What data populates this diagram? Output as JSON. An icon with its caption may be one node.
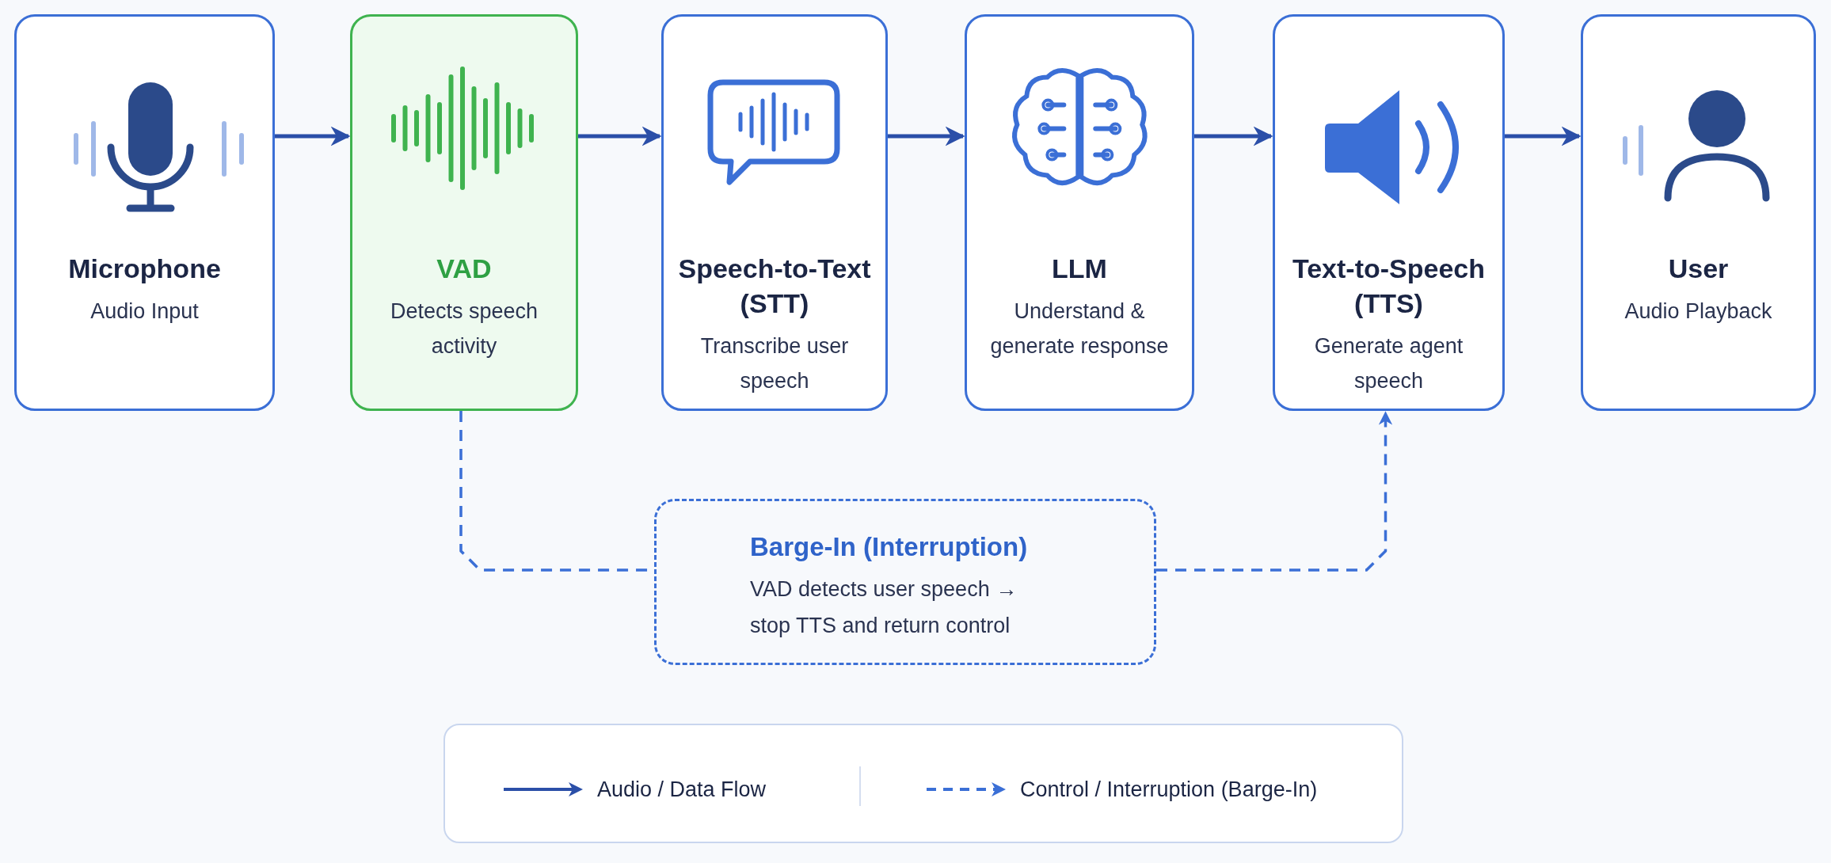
{
  "diagram": {
    "nodes": [
      {
        "text": [
          "Microphone",
          "Audio Input"
        ]
      },
      {
        "text": [
          "VAD",
          "Detects speech activity"
        ]
      },
      {
        "text": [
          "Speech-to-Text (STT)",
          "Transcribe user speech"
        ]
      },
      {
        "text": [
          "LLM",
          "Understand & generate response"
        ]
      },
      {
        "text": [
          "Text-to-Speech (TTS)",
          "Generate agent speech"
        ]
      },
      {
        "text": [
          "User",
          "Audio Playback"
        ]
      },
      {
        "text": [
          "Barge-In (Interruption)",
          "VAD detects user speech → stop TTS and return control"
        ]
      }
    ],
    "edges": [
      {
        "from": 0,
        "to": 1,
        "arrow": "to"
      },
      {
        "from": 1,
        "to": 2,
        "arrow": "to"
      },
      {
        "from": 2,
        "to": 3,
        "arrow": "to"
      },
      {
        "from": 3,
        "to": 4,
        "arrow": "to"
      },
      {
        "from": 4,
        "to": 5,
        "arrow": "to"
      },
      {
        "from": 1,
        "to": 6,
        "arrow": "none",
        "style": "dashed",
        "color": "#3b6fd6"
      },
      {
        "from": 6,
        "to": 4,
        "arrow": "to",
        "style": "dashed",
        "color": "#3b6fd6"
      }
    ],
    "legend": [
      {
        "text": "Audio / Data Flow"
      },
      {
        "text": "Control / Interruption (Barge-In)"
      }
    ]
  }
}
